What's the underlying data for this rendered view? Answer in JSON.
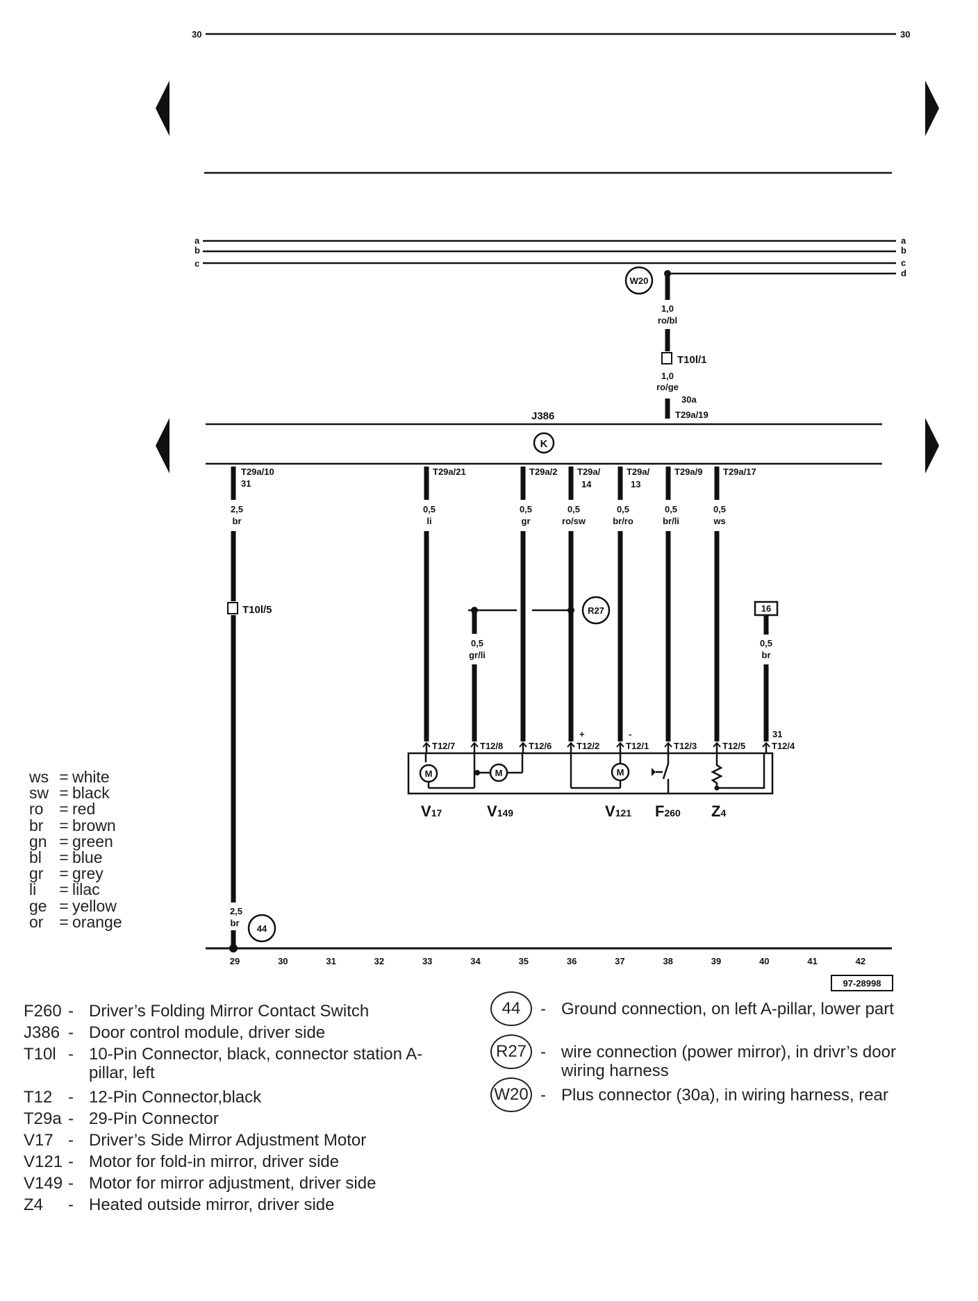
{
  "diagram": {
    "top_terminal_label": "30",
    "bus_labels": [
      "a",
      "b",
      "c",
      "d"
    ],
    "module_name": "J386",
    "module_symbol": "K",
    "drawing_number": "97-28998",
    "ground_symbol": "44",
    "splice_symbol": "R27",
    "plus_connector_symbol": "W20",
    "fuse_box_label": "16",
    "feed_wire": {
      "size_1": "1,0",
      "color_1": "ro/bl",
      "connector": "T10l/1",
      "size_2": "1,0",
      "color_2": "ro/ge",
      "terminal": "30a",
      "pin": "T29a/19"
    },
    "ground_wire": {
      "pin": "T29a/10",
      "terminal": "31",
      "size": "2,5",
      "color": "br",
      "connector": "T10l/5",
      "size_bottom": "2,5",
      "color_bottom": "br"
    },
    "wires": [
      {
        "pin": "T29a/21",
        "size": "0,5",
        "color": "li",
        "bottom_pin": "T12/7"
      },
      {
        "pin": "T29a/2",
        "size": "0,5",
        "color": "gr",
        "bottom_pin": "T12/6"
      },
      {
        "pin": "T29a/",
        "pin2": "14",
        "size": "0,5",
        "color": "ro/sw",
        "bottom_pin": "T12/2",
        "polarity": "+"
      },
      {
        "pin": "T29a/",
        "pin2": "13",
        "size": "0,5",
        "color": "br/ro",
        "bottom_pin": "T12/1",
        "polarity": "-"
      },
      {
        "pin": "T29a/9",
        "size": "0,5",
        "color": "br/li",
        "bottom_pin": "T12/3"
      },
      {
        "pin": "T29a/17",
        "size": "0,5",
        "color": "ws",
        "bottom_pin": "T12/5"
      }
    ],
    "splice_wire": {
      "size": "0,5",
      "color": "gr/li",
      "bottom_pin": "T12/8"
    },
    "fuse_wire": {
      "size": "0,5",
      "color": "br",
      "terminal": "31",
      "bottom_pin": "T12/4"
    },
    "motor_label": "M",
    "components": [
      {
        "code": "V",
        "sub": "17"
      },
      {
        "code": "V",
        "sub": "149"
      },
      {
        "code": "V",
        "sub": "121"
      },
      {
        "code": "F",
        "sub": "260"
      },
      {
        "code": "Z",
        "sub": "4"
      }
    ],
    "scale": [
      "29",
      "30",
      "31",
      "32",
      "33",
      "34",
      "35",
      "36",
      "37",
      "38",
      "39",
      "40",
      "41",
      "42"
    ]
  },
  "color_key": [
    {
      "abbr": "ws",
      "eq": "=",
      "name": "white"
    },
    {
      "abbr": "sw",
      "eq": "=",
      "name": "black"
    },
    {
      "abbr": "ro",
      "eq": "=",
      "name": "red"
    },
    {
      "abbr": "br",
      "eq": "=",
      "name": "brown"
    },
    {
      "abbr": "gn",
      "eq": "=",
      "name": "green"
    },
    {
      "abbr": "bl",
      "eq": "=",
      "name": "blue"
    },
    {
      "abbr": "gr",
      "eq": "=",
      "name": "grey"
    },
    {
      "abbr": "li",
      "eq": "=",
      "name": "lilac"
    },
    {
      "abbr": "ge",
      "eq": "=",
      "name": "yellow"
    },
    {
      "abbr": "or",
      "eq": "=",
      "name": "orange"
    }
  ],
  "legend": [
    {
      "code": "F260",
      "dash": "-",
      "text": "Driver’s Folding Mirror Contact Switch"
    },
    {
      "code": "J386",
      "dash": "-",
      "text": "Door control module, driver side"
    },
    {
      "code": "T10l",
      "dash": "-",
      "text": "10-Pin Connector, black, connector station A-pillar, left"
    },
    {
      "code": "T12",
      "dash": "-",
      "text": "12-Pin Connector,black"
    },
    {
      "code": "T29a",
      "dash": "-",
      "text": "29-Pin Connector"
    },
    {
      "code": "V17",
      "dash": "-",
      "text": "Driver’s Side Mirror Adjustment Motor"
    },
    {
      "code": "V121",
      "dash": "-",
      "text": "Motor for fold-in mirror, driver side"
    },
    {
      "code": "V149",
      "dash": "-",
      "text": "Motor for mirror adjustment, driver side"
    },
    {
      "code": "Z4",
      "dash": "-",
      "text": "Heated outside mirror, driver side"
    }
  ],
  "legend_symbols": [
    {
      "symbol": "44",
      "dash": "-",
      "text": "Ground connection, on left A-pillar, lower part"
    },
    {
      "symbol": "R27",
      "dash": "-",
      "text": "wire connection (power mirror), in drivr’s door wiring harness"
    },
    {
      "symbol": "W20",
      "dash": "-",
      "text": "Plus connector (30a), in wiring harness, rear"
    }
  ],
  "colors": {
    "ink": "#111111",
    "paper": "#ffffff"
  }
}
